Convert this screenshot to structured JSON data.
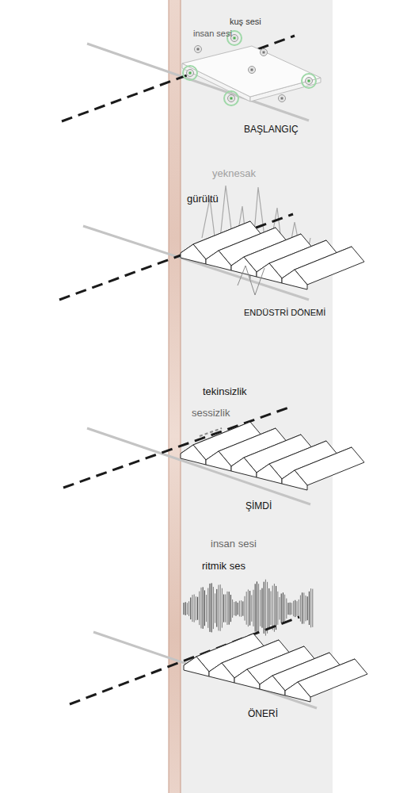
{
  "diagram": {
    "labels": [
      "kuş sesi",
      "insan sesi",
      "BAŞLANGIÇ",
      "yeknesak",
      "gürültü",
      "ENDÜSTRİ DÖNEMİ",
      "tekinsizlik",
      "sessizlik",
      "ŞİMDİ",
      "insan sesi",
      "ritmik ses",
      "ÖNERİ"
    ]
  }
}
